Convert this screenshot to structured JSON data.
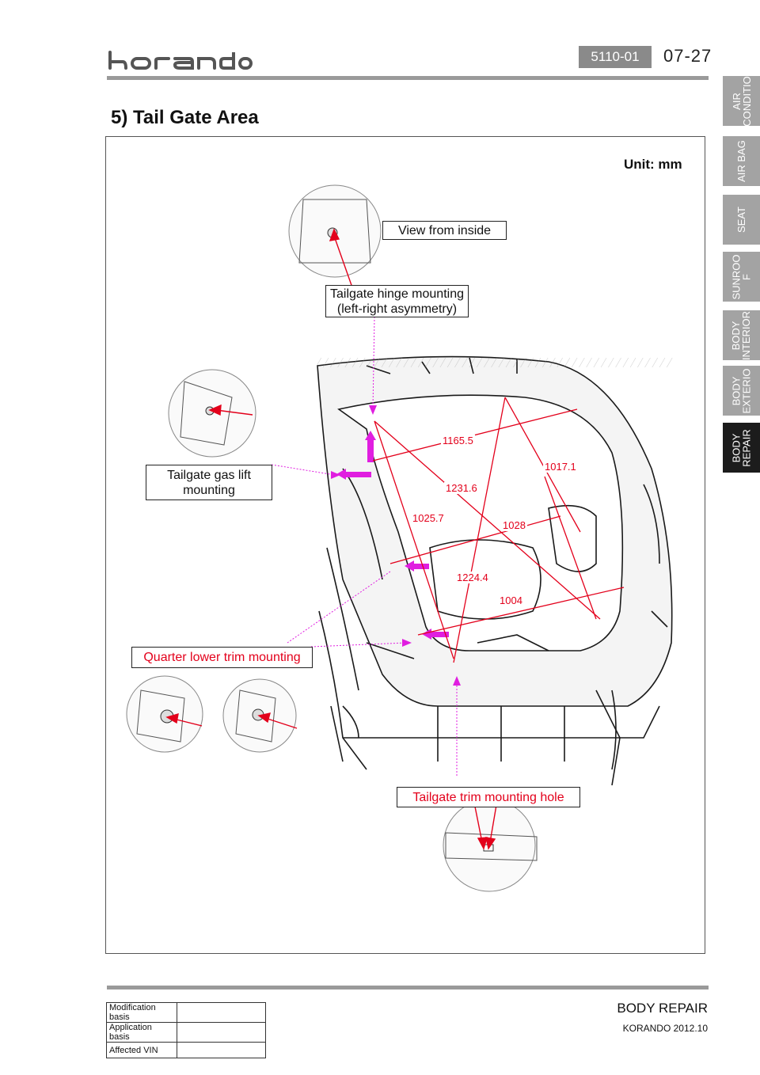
{
  "header": {
    "logo_text": "korando",
    "section_code": "5110-01",
    "page_number": "07-27"
  },
  "side_tabs": [
    {
      "label": "AIR\nCONDITIO",
      "active": false
    },
    {
      "label": "AIR BAG",
      "active": false
    },
    {
      "label": "SEAT",
      "active": false
    },
    {
      "label": "SUNROO\nF",
      "active": false
    },
    {
      "label": "BODY\nINTERIOR",
      "active": false
    },
    {
      "label": "BODY\nEXTERIO",
      "active": false
    },
    {
      "label": "BODY\nREPAIR",
      "active": true
    }
  ],
  "title": "5) Tail Gate Area",
  "figure": {
    "unit": "Unit: mm",
    "callouts": {
      "view_inside": "View from inside",
      "hinge": "Tailgate hinge mounting\n(left-right asymmetry)",
      "gas_lift": "Tailgate gas lift\nmounting",
      "quarter_trim": "Quarter lower trim mounting",
      "trim_hole": "Tailgate trim mounting hole"
    },
    "dimensions": [
      "1165.5",
      "1017.1",
      "1231.6",
      "1025.7",
      "1028",
      "1224.4",
      "1004"
    ],
    "colors": {
      "annotation_red": "#e3001b",
      "pointer_magenta": "#e01ee0",
      "tab_active": "#1c1c1c",
      "tab_inactive": "#a3a3a3"
    }
  },
  "footer": {
    "rows": [
      {
        "label": "Modification basis",
        "value": ""
      },
      {
        "label": "Application basis",
        "value": ""
      },
      {
        "label": "Affected VIN",
        "value": ""
      }
    ],
    "title": "BODY REPAIR",
    "model": "KORANDO 2012.10"
  }
}
